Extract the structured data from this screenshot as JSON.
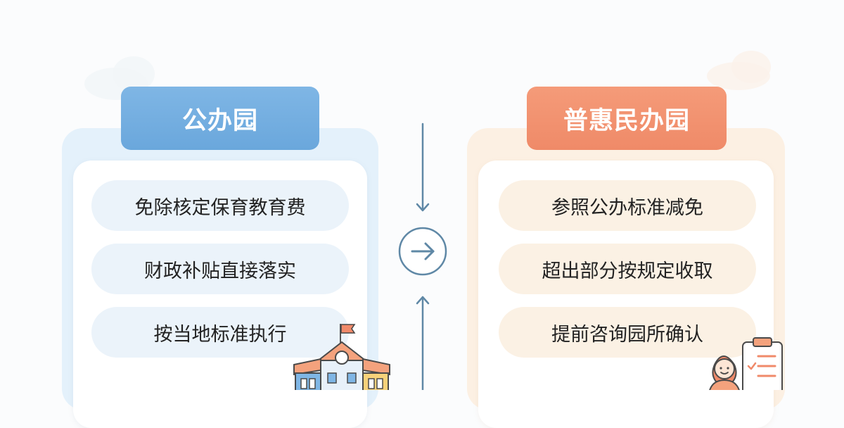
{
  "left_panel": {
    "title": "公办园",
    "items": [
      "免除核定保育教育费",
      "财政补贴直接落实",
      "按当地标准执行"
    ],
    "illustration": "school-building-icon"
  },
  "right_panel": {
    "title": "普惠民办园",
    "items": [
      "参照公办标准减免",
      "超出部分按规定收取",
      "提前咨询园所确认"
    ],
    "illustration": "person-checklist-icon"
  },
  "center": {
    "icons": [
      "arrow-down-icon",
      "arrow-right-circle-icon",
      "arrow-up-icon"
    ]
  },
  "colors": {
    "left_accent": "#6aa7dc",
    "right_accent": "#ef8a68",
    "arrow": "#5f88a6"
  }
}
